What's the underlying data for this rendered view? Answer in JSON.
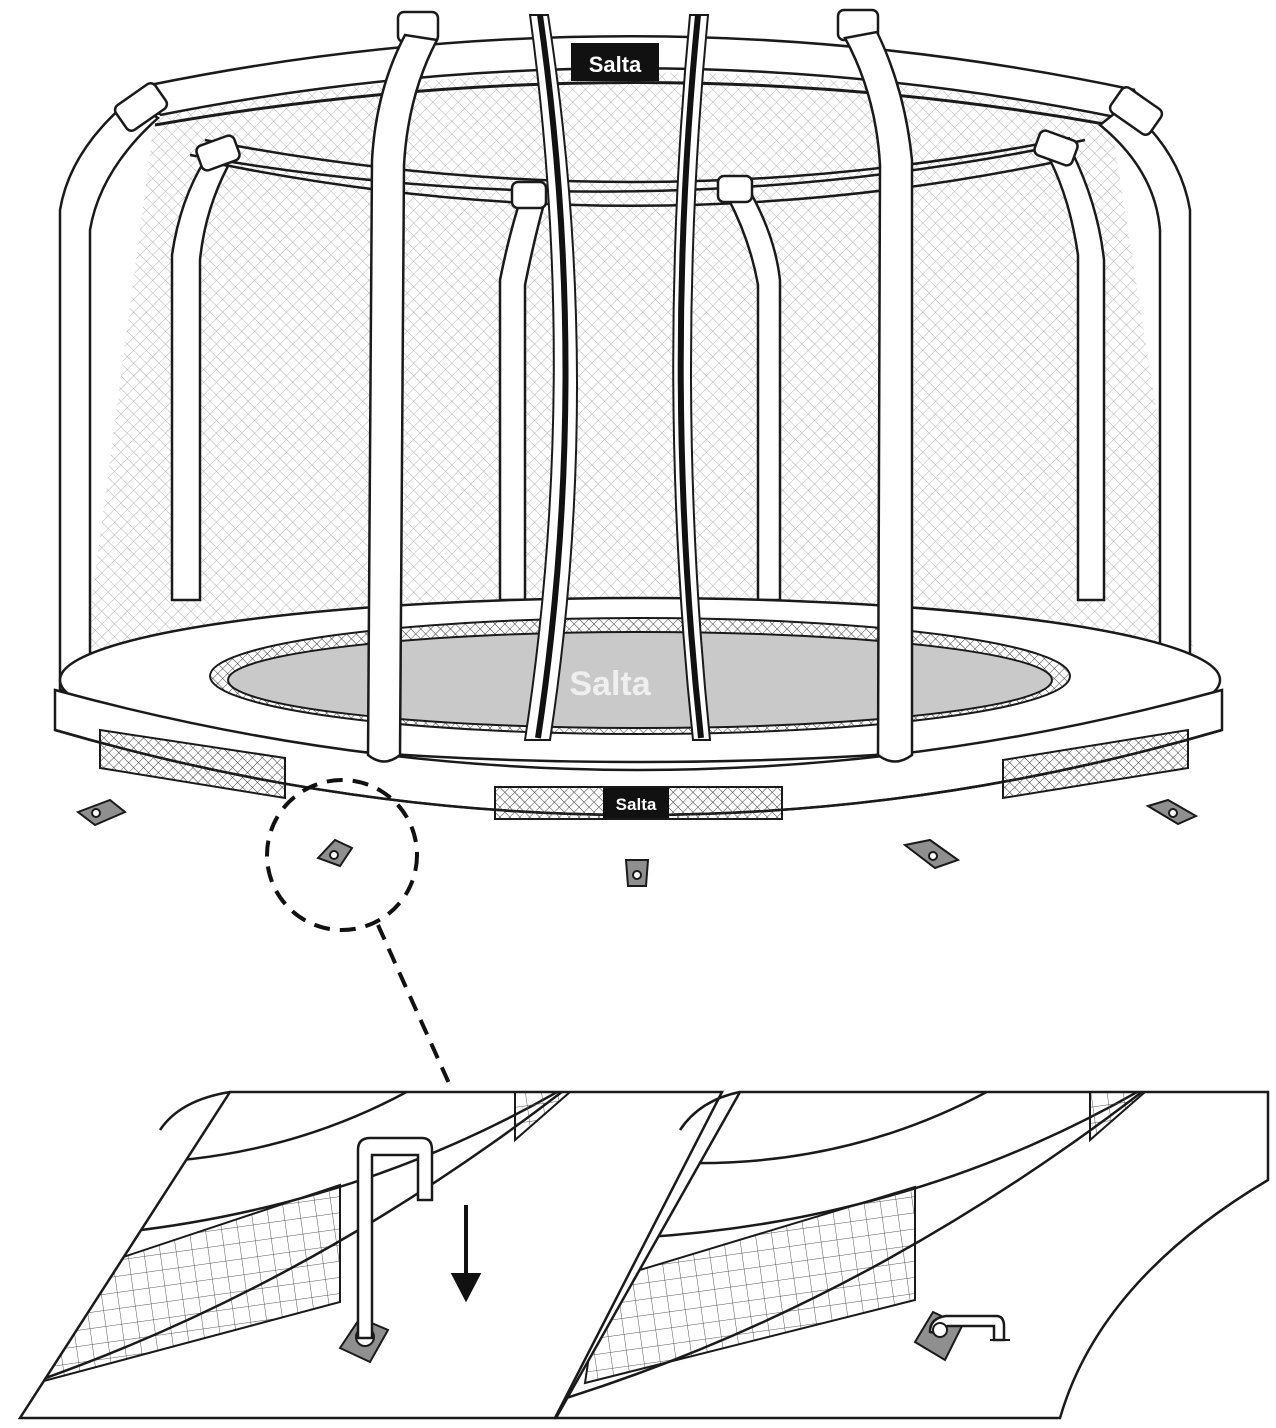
{
  "diagram": {
    "logo_top": "Salta",
    "logo_mat": "Salta",
    "logo_padding": "Salta"
  },
  "colors": {
    "line": "#1a1a1a",
    "mat": "#c9c9c9",
    "anchor": "#8f8f8f",
    "logo_bg": "#111111"
  },
  "icons": {
    "arrow": "down-arrow-icon",
    "magnifier": "dashed-circle-callout"
  }
}
